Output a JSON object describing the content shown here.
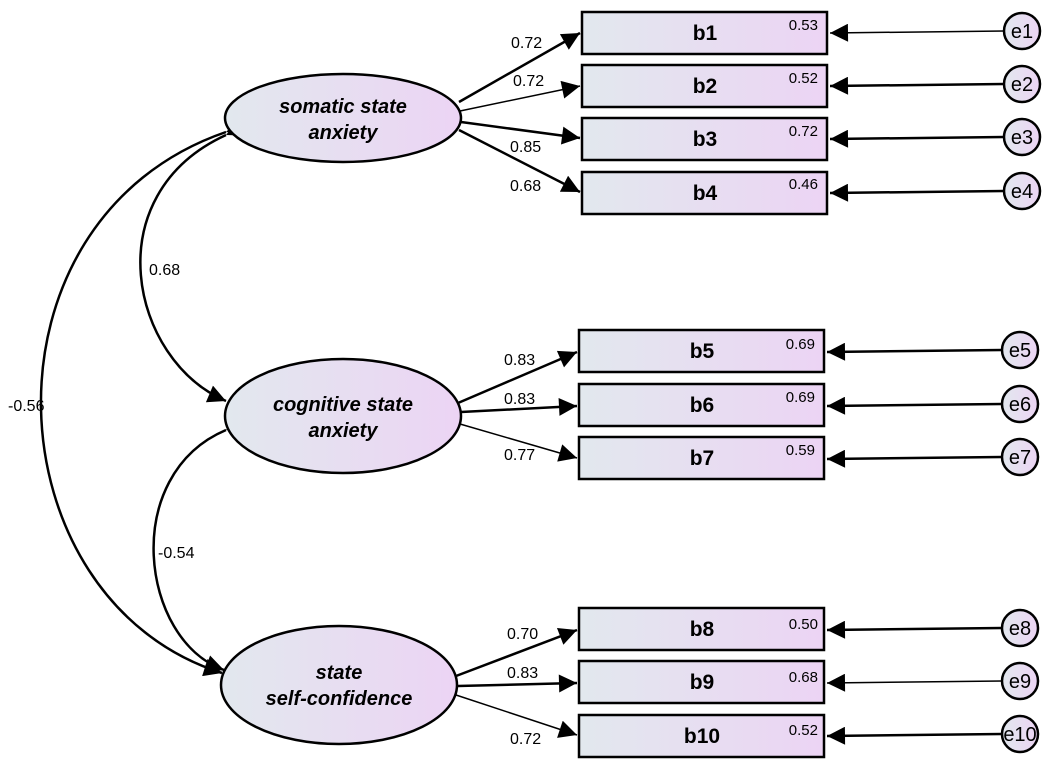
{
  "latents": [
    {
      "id": "L1",
      "line1": "somatic state",
      "line2": "anxiety"
    },
    {
      "id": "L2",
      "line1": "cognitive state",
      "line2": "anxiety"
    },
    {
      "id": "L3",
      "line1": "state",
      "line2": "self-confidence"
    }
  ],
  "observed": [
    {
      "name": "b1",
      "r2": "0.53",
      "error": "e1",
      "loading": "0.72"
    },
    {
      "name": "b2",
      "r2": "0.52",
      "error": "e2",
      "loading": "0.72"
    },
    {
      "name": "b3",
      "r2": "0.72",
      "error": "e3",
      "loading": "0.85"
    },
    {
      "name": "b4",
      "r2": "0.46",
      "error": "e4",
      "loading": "0.68"
    },
    {
      "name": "b5",
      "r2": "0.69",
      "error": "e5",
      "loading": "0.83"
    },
    {
      "name": "b6",
      "r2": "0.69",
      "error": "e6",
      "loading": "0.83"
    },
    {
      "name": "b7",
      "r2": "0.59",
      "error": "e7",
      "loading": "0.77"
    },
    {
      "name": "b8",
      "r2": "0.50",
      "error": "e8",
      "loading": "0.70"
    },
    {
      "name": "b9",
      "r2": "0.68",
      "error": "e9",
      "loading": "0.83"
    },
    {
      "name": "b10",
      "r2": "0.52",
      "error": "e10",
      "loading": "0.72"
    }
  ],
  "correlations": [
    {
      "between": [
        "L1",
        "L2"
      ],
      "value": "0.68"
    },
    {
      "between": [
        "L2",
        "L3"
      ],
      "value": "-0.54"
    },
    {
      "between": [
        "L1",
        "L3"
      ],
      "value": "-0.56"
    }
  ],
  "colors": {
    "fill_left": "#e2e8ee",
    "fill_right": "#ecd4f4",
    "stroke": "#000000"
  }
}
